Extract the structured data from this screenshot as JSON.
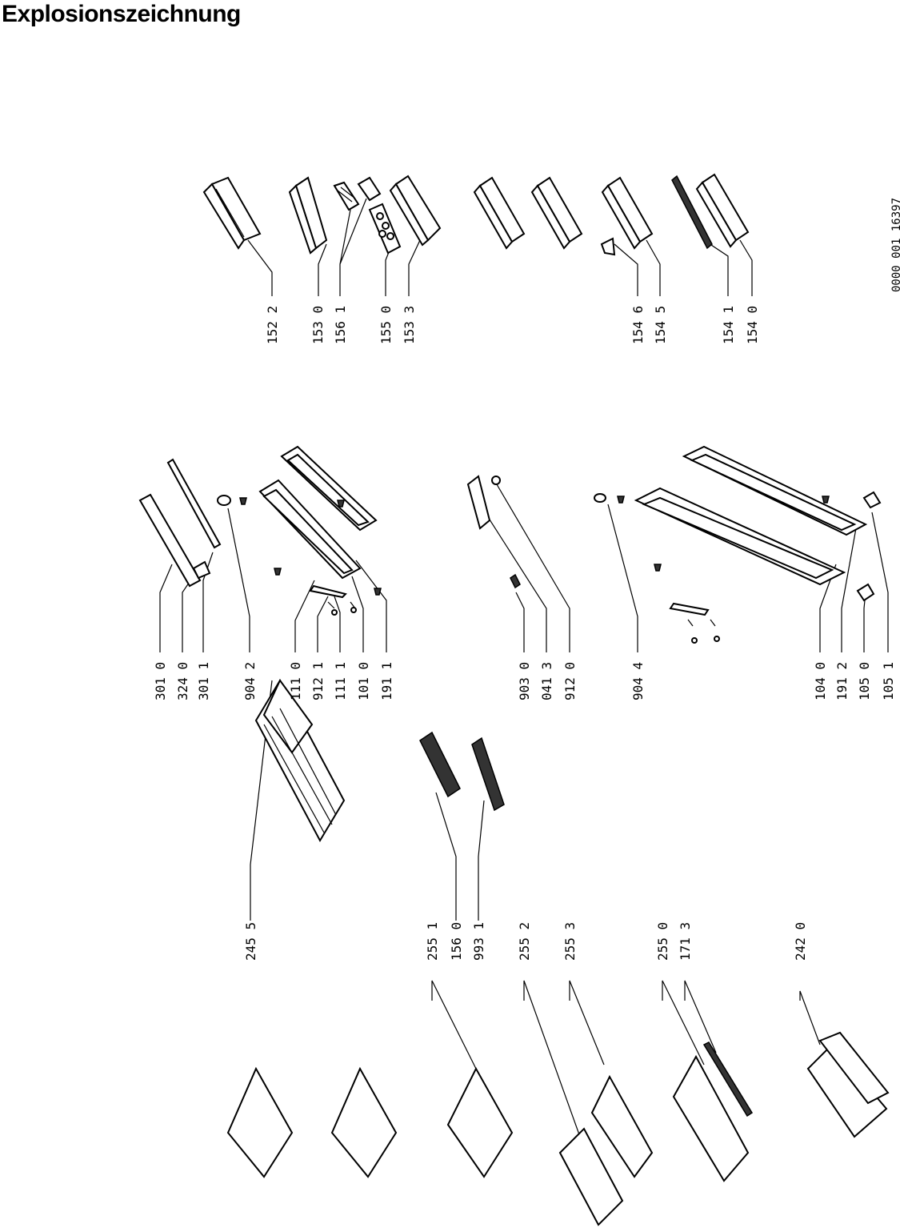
{
  "title": "Explosionszeichnung",
  "drawing_ref": "0000 001 16397",
  "labels": [
    {
      "id": "l-152-2",
      "text": "152 2"
    },
    {
      "id": "l-153-0",
      "text": "153 0"
    },
    {
      "id": "l-156-1",
      "text": "156 1"
    },
    {
      "id": "l-155-0",
      "text": "155 0"
    },
    {
      "id": "l-153-3",
      "text": "153 3"
    },
    {
      "id": "l-154-6",
      "text": "154 6"
    },
    {
      "id": "l-154-5",
      "text": "154 5"
    },
    {
      "id": "l-154-1",
      "text": "154 1"
    },
    {
      "id": "l-154-0",
      "text": "154 0"
    },
    {
      "id": "l-301-0",
      "text": "301 0"
    },
    {
      "id": "l-324-0",
      "text": "324 0"
    },
    {
      "id": "l-301-1",
      "text": "301 1"
    },
    {
      "id": "l-904-2",
      "text": "904 2"
    },
    {
      "id": "l-111-0",
      "text": "111 0"
    },
    {
      "id": "l-912-1",
      "text": "912 1"
    },
    {
      "id": "l-111-1",
      "text": "111 1"
    },
    {
      "id": "l-101-0",
      "text": "101 0"
    },
    {
      "id": "l-191-1",
      "text": "191 1"
    },
    {
      "id": "l-903-0",
      "text": "903 0"
    },
    {
      "id": "l-041-3",
      "text": "041 3"
    },
    {
      "id": "l-912-0",
      "text": "912 0"
    },
    {
      "id": "l-904-4",
      "text": "904 4"
    },
    {
      "id": "l-104-0",
      "text": "104 0"
    },
    {
      "id": "l-191-2",
      "text": "191 2"
    },
    {
      "id": "l-105-0",
      "text": "105 0"
    },
    {
      "id": "l-105-1",
      "text": "105 1"
    },
    {
      "id": "l-245-5",
      "text": "245 5"
    },
    {
      "id": "l-255-1",
      "text": "255 1"
    },
    {
      "id": "l-156-0",
      "text": "156 0"
    },
    {
      "id": "l-993-1",
      "text": "993 1"
    },
    {
      "id": "l-255-2",
      "text": "255 2"
    },
    {
      "id": "l-255-3",
      "text": "255 3"
    },
    {
      "id": "l-255-0",
      "text": "255 0"
    },
    {
      "id": "l-171-3",
      "text": "171 3"
    },
    {
      "id": "l-242-0",
      "text": "242 0"
    }
  ]
}
